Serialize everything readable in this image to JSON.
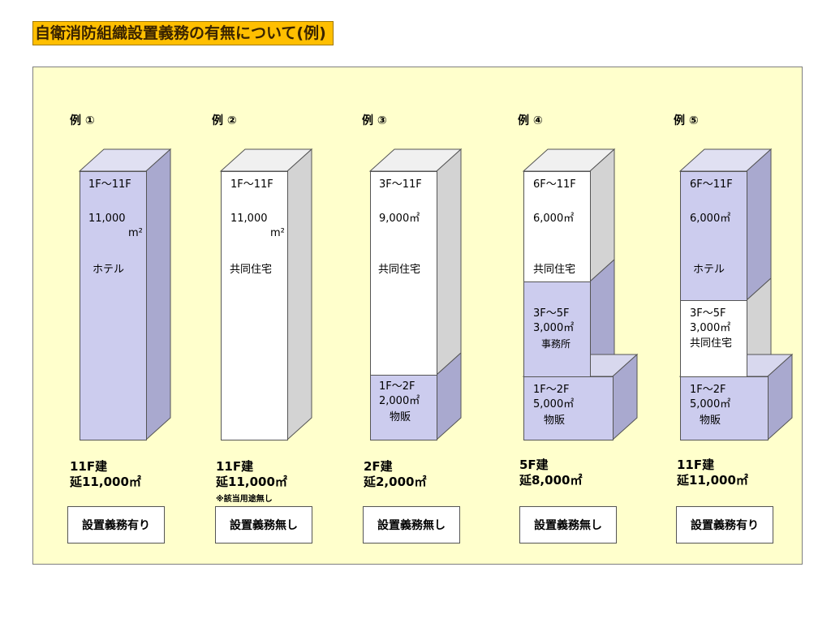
{
  "title": "自衛消防組織設置義務の有無について(例)",
  "examples": [
    {
      "label": "例 ①",
      "top": {
        "floors": "1F～11F",
        "area": "11,000",
        "area_unit": "m²",
        "use": "ホテル"
      },
      "info_line1": "11F建",
      "info_line2": "延11,000㎡",
      "result": "設置義務有り"
    },
    {
      "label": "例 ②",
      "top": {
        "floors": "1F～11F",
        "area": "11,000",
        "area_unit": "m²",
        "use": "共同住宅"
      },
      "info_line1": "11F建",
      "info_line2": "延11,000㎡",
      "note": "※該当用途無し",
      "result": "設置義務無し"
    },
    {
      "label": "例 ③",
      "top": {
        "floors": "3F～11F",
        "area": "9,000㎡",
        "use": "共同住宅"
      },
      "bottom": {
        "floors": "1F～2F",
        "area": "2,000㎡",
        "use": "物販"
      },
      "info_line1": "2F建",
      "info_line2": "延2,000㎡",
      "result": "設置義務無し"
    },
    {
      "label": "例 ④",
      "top": {
        "floors": "6F～11F",
        "area": "6,000㎡",
        "use": "共同住宅"
      },
      "middle": {
        "floors": "3F～5F",
        "area": "3,000㎡",
        "use": "事務所"
      },
      "bottom": {
        "floors": "1F～2F",
        "area": "5,000㎡",
        "use": "物販"
      },
      "info_line1": "5F建",
      "info_line2": "延8,000㎡",
      "result": "設置義務無し"
    },
    {
      "label": "例 ⑤",
      "top": {
        "floors": "6F～11F",
        "area": "6,000㎡",
        "use": "ホテル"
      },
      "middle": {
        "floors": "3F～5F",
        "area": "3,000㎡",
        "use": "共同住宅"
      },
      "bottom": {
        "floors": "1F～2F",
        "area": "5,000㎡",
        "use": "物販"
      },
      "info_line1": "11F建",
      "info_line2": "延11,000㎡",
      "result": "設置義務有り"
    }
  ]
}
